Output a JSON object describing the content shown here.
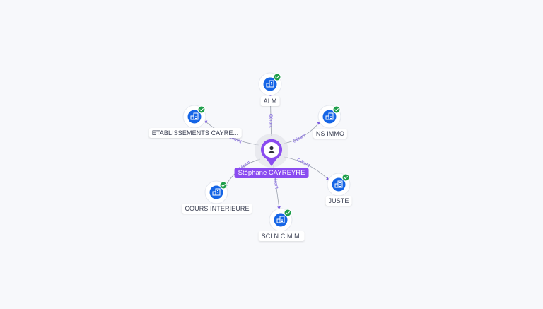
{
  "center": {
    "label": "Stéphane CAYREYRE",
    "icon": "person-icon"
  },
  "companies": [
    {
      "id": "alm",
      "label": "ALM",
      "edge_label": "Gérant"
    },
    {
      "id": "ns-immo",
      "label": "NS IMMO",
      "edge_label": "Gérant"
    },
    {
      "id": "juste",
      "label": "JUSTE",
      "edge_label": "Gérant"
    },
    {
      "id": "sci-ncmm",
      "label": "SCI N.C.M.M.",
      "edge_label": "Gérant"
    },
    {
      "id": "cours-interieure",
      "label": "COURS INTERIEURE",
      "edge_label": "Gérant"
    },
    {
      "id": "etablissements",
      "label": "ETABLISSEMENTS CAYRE...",
      "edge_label": "Gérant"
    }
  ],
  "colors": {
    "center_pin": "#8a4bf0",
    "company_icon": "#1565e6",
    "verified_badge": "#1e9e4a",
    "edge": "#9aa0ad",
    "edge_label": "#7b5ce0"
  }
}
